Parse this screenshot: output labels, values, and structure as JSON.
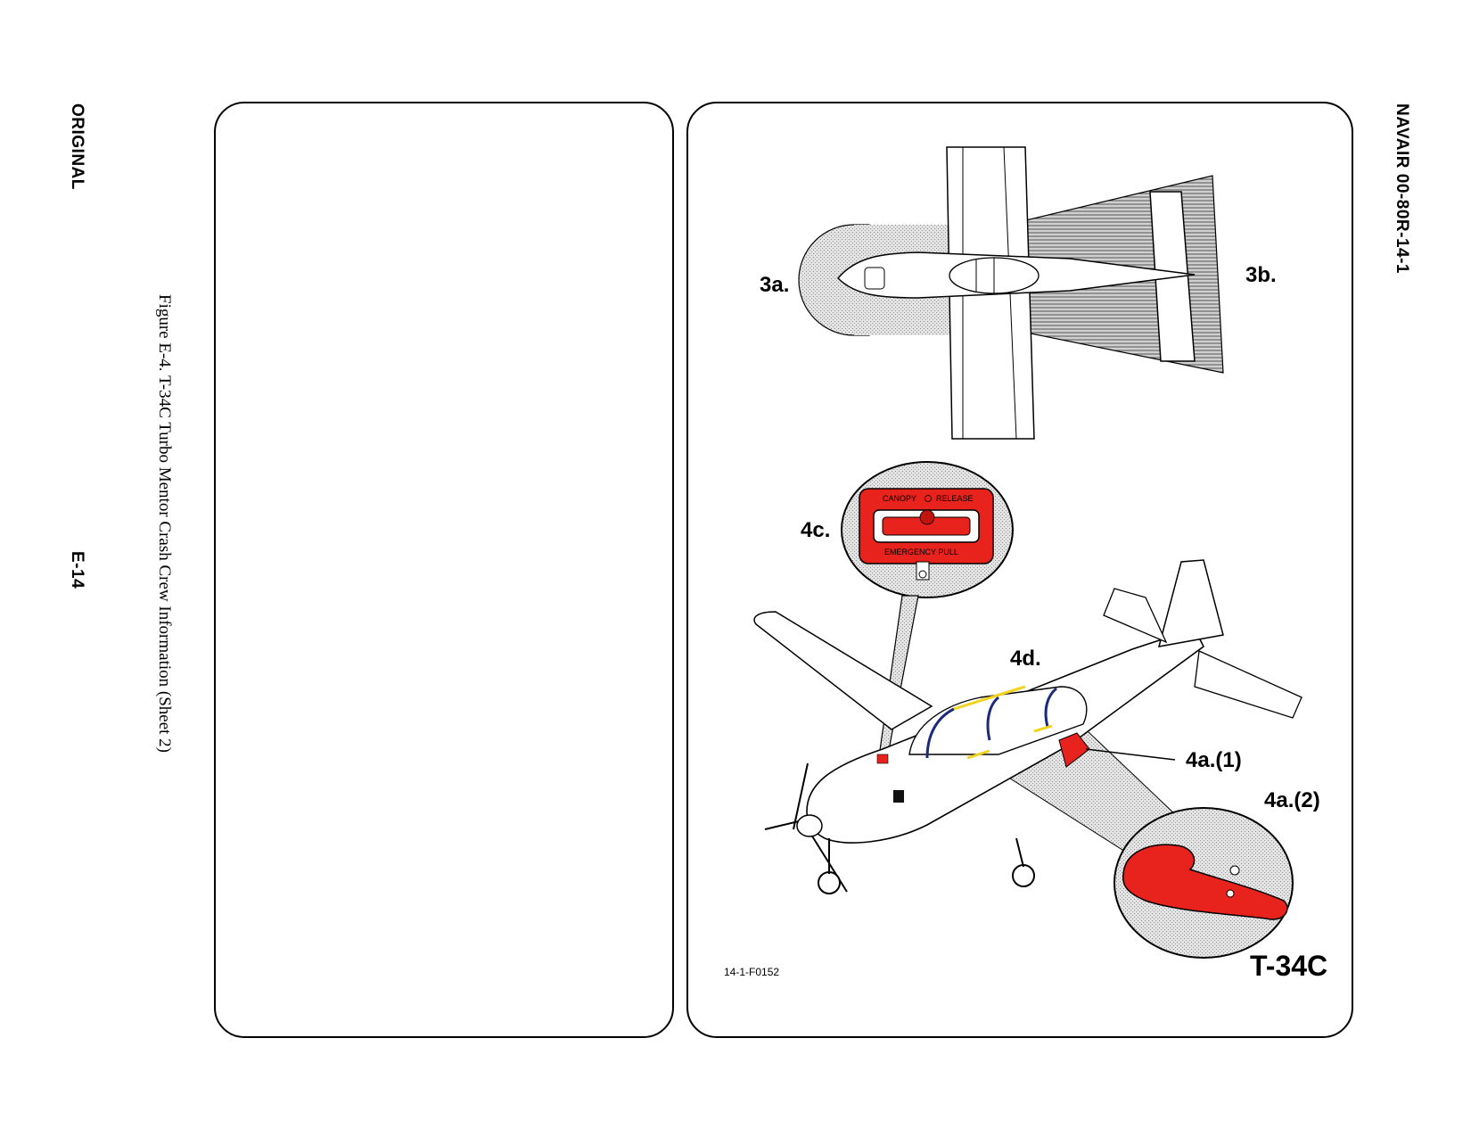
{
  "header": {
    "original_label": "ORIGINAL",
    "page_number": "E-14",
    "document_number": "NAVAIR 00-80R-14-1"
  },
  "caption": "Figure E-4.  T-34C Turbo Mentor Crash Crew Information (Sheet 2)",
  "illustration": {
    "callouts": {
      "c3a": "3a.",
      "c3b": "3b.",
      "c4c": "4c.",
      "c4d": "4d.",
      "c4a1": "4a.(1)",
      "c4a2": "4a.(2)"
    },
    "canopy_release_text": "CANOPY",
    "canopy_release_text2": "RELEASE",
    "emergency_pull_text": "EMERGENCY PULL",
    "figure_id": "14-1-F0152",
    "aircraft_model": "T-34C",
    "colors": {
      "release_handle": "#e8221c",
      "canopy_frame_blue": "#1c2a7a",
      "canopy_frame_yellow": "#f2d21a",
      "danger_zone_gray": "#bdbdbd"
    }
  }
}
